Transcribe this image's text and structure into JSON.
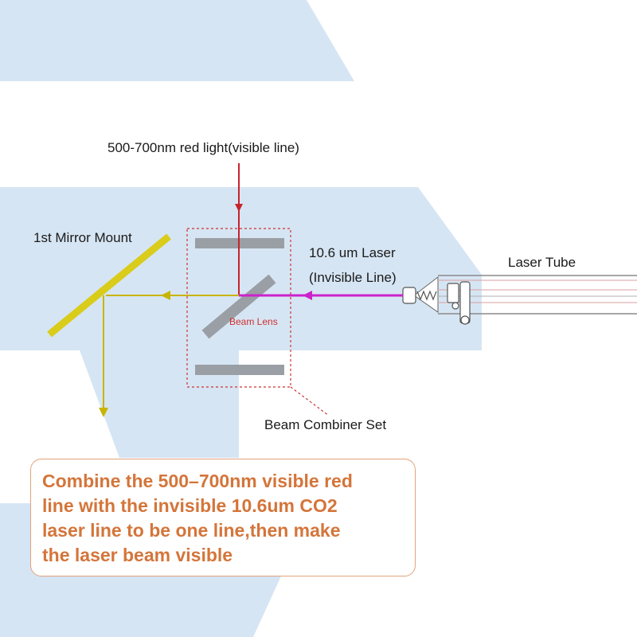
{
  "labels": {
    "red_light": "500-700nm red light(visible line)",
    "mirror_mount": "1st Mirror Mount",
    "laser_line1": "10.6 um Laser",
    "laser_line2": "(Invisible Line)",
    "laser_tube": "Laser Tube",
    "beam_lens": "Beam Lens",
    "combiner": "Beam Combiner Set"
  },
  "note": {
    "lines": [
      "Combine the 500–700nm visible red",
      "line with the invisible 10.6um CO2",
      "laser line to be one line,then make",
      "the laser beam visible"
    ]
  },
  "colors": {
    "background_band": "#d6e5f3",
    "red_beam": "#c8232c",
    "co2_beam": "#cc22cc",
    "combined_beam": "#c8b400",
    "mirror": "#d9cc1a",
    "plates": "#9a9fa5",
    "note_text": "#d4753a",
    "note_border": "#e2a37a"
  }
}
